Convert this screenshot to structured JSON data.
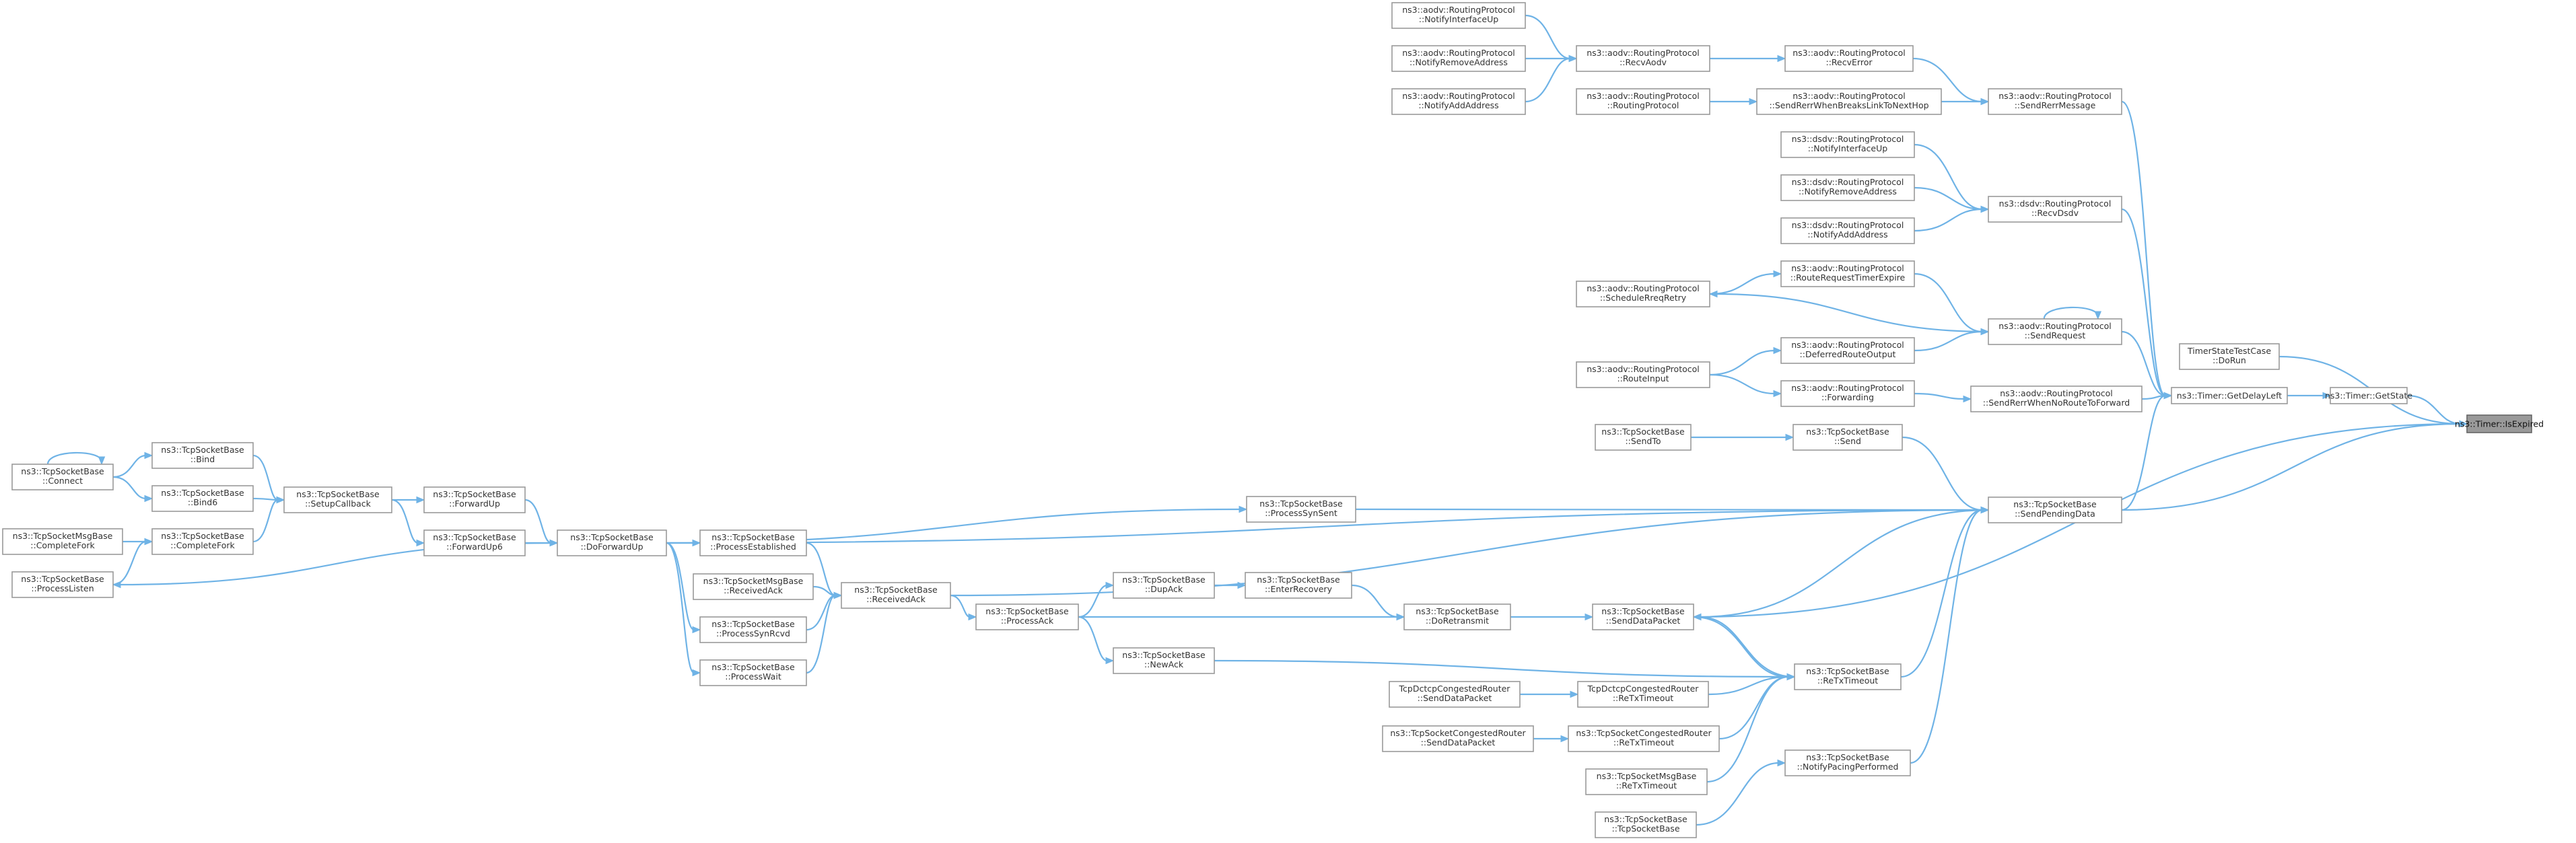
{
  "diagram": {
    "type": "call-graph",
    "edge_color": "#6fb3e6",
    "node_border_color": "#999999",
    "root_fill_color": "#999999",
    "nodes": [
      {
        "id": "root",
        "lines": [
          "ns3::Timer::IsExpired"
        ],
        "root": true
      },
      {
        "id": "tsdr",
        "lines": [
          "TimerStateTestCase",
          "::DoRun"
        ]
      },
      {
        "id": "getstate",
        "lines": [
          "ns3::Timer::GetState"
        ]
      },
      {
        "id": "getdelay",
        "lines": [
          "ns3::Timer::GetDelayLeft"
        ]
      },
      {
        "id": "aodv_sendrerr",
        "lines": [
          "ns3::aodv::RoutingProtocol",
          "::SendRerrMessage"
        ]
      },
      {
        "id": "dsdv_recv",
        "lines": [
          "ns3::dsdv::RoutingProtocol",
          "::RecvDsdv"
        ]
      },
      {
        "id": "aodv_sendreq",
        "lines": [
          "ns3::aodv::RoutingProtocol",
          "::SendRequest"
        ]
      },
      {
        "id": "aodv_rerrnoroute",
        "lines": [
          "ns3::aodv::RoutingProtocol",
          "::SendRerrWhenNoRouteToForward"
        ]
      },
      {
        "id": "tcp_spd",
        "lines": [
          "ns3::TcpSocketBase",
          "::SendPendingData"
        ]
      },
      {
        "id": "aodv_recverror",
        "lines": [
          "ns3::aodv::RoutingProtocol",
          "::RecvError"
        ]
      },
      {
        "id": "aodv_rerrbreaks",
        "lines": [
          "ns3::aodv::RoutingProtocol",
          "::SendRerrWhenBreaksLinkToNextHop"
        ]
      },
      {
        "id": "aodv_recvaodv",
        "lines": [
          "ns3::aodv::RoutingProtocol",
          "::RecvAodv"
        ]
      },
      {
        "id": "aodv_rpctor",
        "lines": [
          "ns3::aodv::RoutingProtocol",
          "::RoutingProtocol"
        ]
      },
      {
        "id": "aodv_ifup",
        "lines": [
          "ns3::aodv::RoutingProtocol",
          "::NotifyInterfaceUp"
        ]
      },
      {
        "id": "aodv_rmaddr",
        "lines": [
          "ns3::aodv::RoutingProtocol",
          "::NotifyRemoveAddress"
        ]
      },
      {
        "id": "aodv_addaddr",
        "lines": [
          "ns3::aodv::RoutingProtocol",
          "::NotifyAddAddress"
        ]
      },
      {
        "id": "dsdv_ifup",
        "lines": [
          "ns3::dsdv::RoutingProtocol",
          "::NotifyInterfaceUp"
        ]
      },
      {
        "id": "dsdv_rmaddr",
        "lines": [
          "ns3::dsdv::RoutingProtocol",
          "::NotifyRemoveAddress"
        ]
      },
      {
        "id": "dsdv_addaddr",
        "lines": [
          "ns3::dsdv::RoutingProtocol",
          "::NotifyAddAddress"
        ]
      },
      {
        "id": "aodv_rreqexp",
        "lines": [
          "ns3::aodv::RoutingProtocol",
          "::RouteRequestTimerExpire"
        ]
      },
      {
        "id": "aodv_schedretry",
        "lines": [
          "ns3::aodv::RoutingProtocol",
          "::ScheduleRreqRetry"
        ]
      },
      {
        "id": "aodv_deferred",
        "lines": [
          "ns3::aodv::RoutingProtocol",
          "::DeferredRouteOutput"
        ]
      },
      {
        "id": "aodv_routeinput",
        "lines": [
          "ns3::aodv::RoutingProtocol",
          "::RouteInput"
        ]
      },
      {
        "id": "aodv_forwarding",
        "lines": [
          "ns3::aodv::RoutingProtocol",
          "::Forwarding"
        ]
      },
      {
        "id": "tcp_send",
        "lines": [
          "ns3::TcpSocketBase",
          "::Send"
        ]
      },
      {
        "id": "tcp_sendto",
        "lines": [
          "ns3::TcpSocketBase",
          "::SendTo"
        ]
      },
      {
        "id": "tcp_synsent",
        "lines": [
          "ns3::TcpSocketBase",
          "::ProcessSynSent"
        ]
      },
      {
        "id": "tcp_dofwd",
        "lines": [
          "ns3::TcpSocketBase",
          "::DoForwardUp"
        ]
      },
      {
        "id": "tcp_sdp",
        "lines": [
          "ns3::TcpSocketBase",
          "::SendDataPacket"
        ]
      },
      {
        "id": "tcp_retx",
        "lines": [
          "ns3::TcpSocketBase",
          "::ReTxTimeout"
        ]
      },
      {
        "id": "tcp_pacing",
        "lines": [
          "ns3::TcpSocketBase",
          "::NotifyPacingPerformed"
        ]
      },
      {
        "id": "tcp_ctor",
        "lines": [
          "ns3::TcpSocketBase",
          "::TcpSocketBase"
        ]
      },
      {
        "id": "tcp_doretx",
        "lines": [
          "ns3::TcpSocketBase",
          "::DoRetransmit"
        ]
      },
      {
        "id": "tcp_enterrec",
        "lines": [
          "ns3::TcpSocketBase",
          "::EnterRecovery"
        ]
      },
      {
        "id": "tcp_dupack",
        "lines": [
          "ns3::TcpSocketBase",
          "::DupAck"
        ]
      },
      {
        "id": "tcp_procack",
        "lines": [
          "ns3::TcpSocketBase",
          "::ProcessAck"
        ]
      },
      {
        "id": "tcp_newack",
        "lines": [
          "ns3::TcpSocketBase",
          "::NewAck"
        ]
      },
      {
        "id": "tcp_recvack",
        "lines": [
          "ns3::TcpSocketBase",
          "::ReceivedAck"
        ]
      },
      {
        "id": "tcp_procest",
        "lines": [
          "ns3::TcpSocketBase",
          "::ProcessEstablished"
        ]
      },
      {
        "id": "msg_recvack",
        "lines": [
          "ns3::TcpSocketMsgBase",
          "::ReceivedAck"
        ]
      },
      {
        "id": "tcp_synrcvd",
        "lines": [
          "ns3::TcpSocketBase",
          "::ProcessSynRcvd"
        ]
      },
      {
        "id": "tcp_procwait",
        "lines": [
          "ns3::TcpSocketBase",
          "::ProcessWait"
        ]
      },
      {
        "id": "dctcp_retx",
        "lines": [
          "TcpDctcpCongestedRouter",
          "::ReTxTimeout"
        ]
      },
      {
        "id": "dctcp_sdp",
        "lines": [
          "TcpDctcpCongestedRouter",
          "::SendDataPacket"
        ]
      },
      {
        "id": "cong_retx",
        "lines": [
          "ns3::TcpSocketCongestedRouter",
          "::ReTxTimeout"
        ]
      },
      {
        "id": "cong_sdp",
        "lines": [
          "ns3::TcpSocketCongestedRouter",
          "::SendDataPacket"
        ]
      },
      {
        "id": "msg_retx",
        "lines": [
          "ns3::TcpSocketMsgBase",
          "::ReTxTimeout"
        ]
      },
      {
        "id": "tcp_fwdup",
        "lines": [
          "ns3::TcpSocketBase",
          "::ForwardUp"
        ]
      },
      {
        "id": "tcp_fwdup6",
        "lines": [
          "ns3::TcpSocketBase",
          "::ForwardUp6"
        ]
      },
      {
        "id": "tcp_setupcb",
        "lines": [
          "ns3::TcpSocketBase",
          "::SetupCallback"
        ]
      },
      {
        "id": "tcp_bind",
        "lines": [
          "ns3::TcpSocketBase",
          "::Bind"
        ]
      },
      {
        "id": "tcp_bind6",
        "lines": [
          "ns3::TcpSocketBase",
          "::Bind6"
        ]
      },
      {
        "id": "tcp_compfork",
        "lines": [
          "ns3::TcpSocketBase",
          "::CompleteFork"
        ]
      },
      {
        "id": "tcp_connect",
        "lines": [
          "ns3::TcpSocketBase",
          "::Connect"
        ]
      },
      {
        "id": "msg_compfork",
        "lines": [
          "ns3::TcpSocketMsgBase",
          "::CompleteFork"
        ]
      },
      {
        "id": "tcp_proclisten",
        "lines": [
          "ns3::TcpSocketBase",
          "::ProcessListen"
        ]
      }
    ],
    "edges": [
      [
        "tsdr",
        "root"
      ],
      [
        "getstate",
        "root"
      ],
      [
        "getdelay",
        "getstate"
      ],
      [
        "aodv_sendrerr",
        "getdelay"
      ],
      [
        "dsdv_recv",
        "getdelay"
      ],
      [
        "aodv_sendreq",
        "getdelay"
      ],
      [
        "aodv_rerrnoroute",
        "getdelay"
      ],
      [
        "tcp_spd",
        "getdelay"
      ],
      [
        "tcp_spd",
        "root"
      ],
      [
        "tcp_sdp",
        "root"
      ],
      [
        "aodv_recverror",
        "aodv_sendrerr"
      ],
      [
        "aodv_rerrbreaks",
        "aodv_sendrerr"
      ],
      [
        "aodv_recvaodv",
        "aodv_recverror"
      ],
      [
        "aodv_rpctor",
        "aodv_rerrbreaks"
      ],
      [
        "aodv_ifup",
        "aodv_recvaodv"
      ],
      [
        "aodv_rmaddr",
        "aodv_recvaodv"
      ],
      [
        "aodv_addaddr",
        "aodv_recvaodv"
      ],
      [
        "dsdv_ifup",
        "dsdv_recv"
      ],
      [
        "dsdv_rmaddr",
        "dsdv_recv"
      ],
      [
        "dsdv_addaddr",
        "dsdv_recv"
      ],
      [
        "aodv_rreqexp",
        "aodv_sendreq"
      ],
      [
        "aodv_sendreq",
        "aodv_schedretry"
      ],
      [
        "aodv_schedretry",
        "aodv_rreqexp"
      ],
      [
        "aodv_deferred",
        "aodv_sendreq"
      ],
      [
        "aodv_sendreq",
        "aodv_sendreq"
      ],
      [
        "aodv_routeinput",
        "aodv_deferred"
      ],
      [
        "aodv_routeinput",
        "aodv_forwarding"
      ],
      [
        "aodv_forwarding",
        "aodv_rerrnoroute"
      ],
      [
        "tcp_send",
        "tcp_spd"
      ],
      [
        "tcp_sendto",
        "tcp_send"
      ],
      [
        "tcp_synsent",
        "tcp_spd"
      ],
      [
        "tcp_dofwd",
        "tcp_synsent"
      ],
      [
        "tcp_dofwd",
        "tcp_spd"
      ],
      [
        "tcp_recvack",
        "tcp_spd"
      ],
      [
        "tcp_spd",
        "tcp_sdp"
      ],
      [
        "tcp_retx",
        "tcp_spd"
      ],
      [
        "tcp_pacing",
        "tcp_spd"
      ],
      [
        "tcp_sdp",
        "tcp_retx"
      ],
      [
        "tcp_doretx",
        "tcp_sdp"
      ],
      [
        "tcp_ctor",
        "tcp_pacing"
      ],
      [
        "tcp_enterrec",
        "tcp_doretx"
      ],
      [
        "tcp_procack",
        "tcp_doretx"
      ],
      [
        "tcp_dupack",
        "tcp_enterrec"
      ],
      [
        "tcp_procack",
        "tcp_dupack"
      ],
      [
        "tcp_procack",
        "tcp_newack"
      ],
      [
        "tcp_newack",
        "tcp_retx"
      ],
      [
        "tcp_recvack",
        "tcp_procack"
      ],
      [
        "dctcp_retx",
        "tcp_retx"
      ],
      [
        "dctcp_sdp",
        "dctcp_retx"
      ],
      [
        "cong_retx",
        "tcp_retx"
      ],
      [
        "cong_sdp",
        "cong_retx"
      ],
      [
        "msg_retx",
        "tcp_retx"
      ],
      [
        "tcp_procest",
        "tcp_recvack"
      ],
      [
        "msg_recvack",
        "tcp_recvack"
      ],
      [
        "tcp_synrcvd",
        "tcp_recvack"
      ],
      [
        "tcp_procwait",
        "tcp_recvack"
      ],
      [
        "tcp_dofwd",
        "tcp_procest"
      ],
      [
        "tcp_dofwd",
        "tcp_synrcvd"
      ],
      [
        "tcp_dofwd",
        "tcp_procwait"
      ],
      [
        "tcp_fwdup",
        "tcp_dofwd"
      ],
      [
        "tcp_fwdup6",
        "tcp_dofwd"
      ],
      [
        "tcp_setupcb",
        "tcp_fwdup"
      ],
      [
        "tcp_setupcb",
        "tcp_fwdup6"
      ],
      [
        "tcp_bind",
        "tcp_setupcb"
      ],
      [
        "tcp_bind6",
        "tcp_setupcb"
      ],
      [
        "tcp_compfork",
        "tcp_setupcb"
      ],
      [
        "tcp_connect",
        "tcp_bind"
      ],
      [
        "tcp_connect",
        "tcp_bind6"
      ],
      [
        "tcp_connect",
        "tcp_connect"
      ],
      [
        "msg_compfork",
        "tcp_compfork"
      ],
      [
        "tcp_proclisten",
        "tcp_compfork"
      ],
      [
        "tcp_dofwd",
        "tcp_proclisten"
      ],
      [
        "tcp_retx",
        "tcp_sdp"
      ]
    ]
  }
}
